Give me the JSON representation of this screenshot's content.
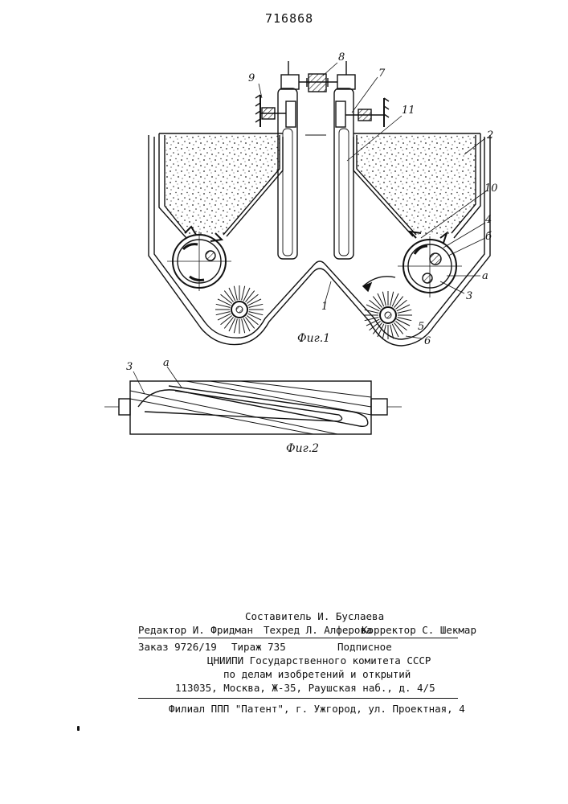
{
  "page_number": "716868",
  "figure1": {
    "caption": "Фиг.1",
    "labels": {
      "n1": "1",
      "n2": "2",
      "n3": "3",
      "n4": "4",
      "n5": "5",
      "n6": "6",
      "n7": "7",
      "n8": "8",
      "n9": "9",
      "n10": "10",
      "n11": "11",
      "a": "a",
      "b": "б"
    }
  },
  "figure2": {
    "caption": "Фиг.2",
    "labels": {
      "n3": "3",
      "a": "a"
    }
  },
  "colophon": {
    "compiler": "Составитель И. Буслаева",
    "editor": "Редактор И. Фридман",
    "techred": "Техред Л. Алферова",
    "corrector": "Корректор С. Шекмар",
    "order": "Заказ 9726/19",
    "circulation": "Тираж 735",
    "subscription": "Подписное",
    "institute_1": "ЦНИИПИ Государственного комитета СССР",
    "institute_2": "по делам изобретений и открытий",
    "address": "113035, Москва, Ж-35, Раушская наб., д. 4/5",
    "branch": "Филиал ППП \"Патент\", г. Ужгород, ул. Проектная, 4"
  }
}
